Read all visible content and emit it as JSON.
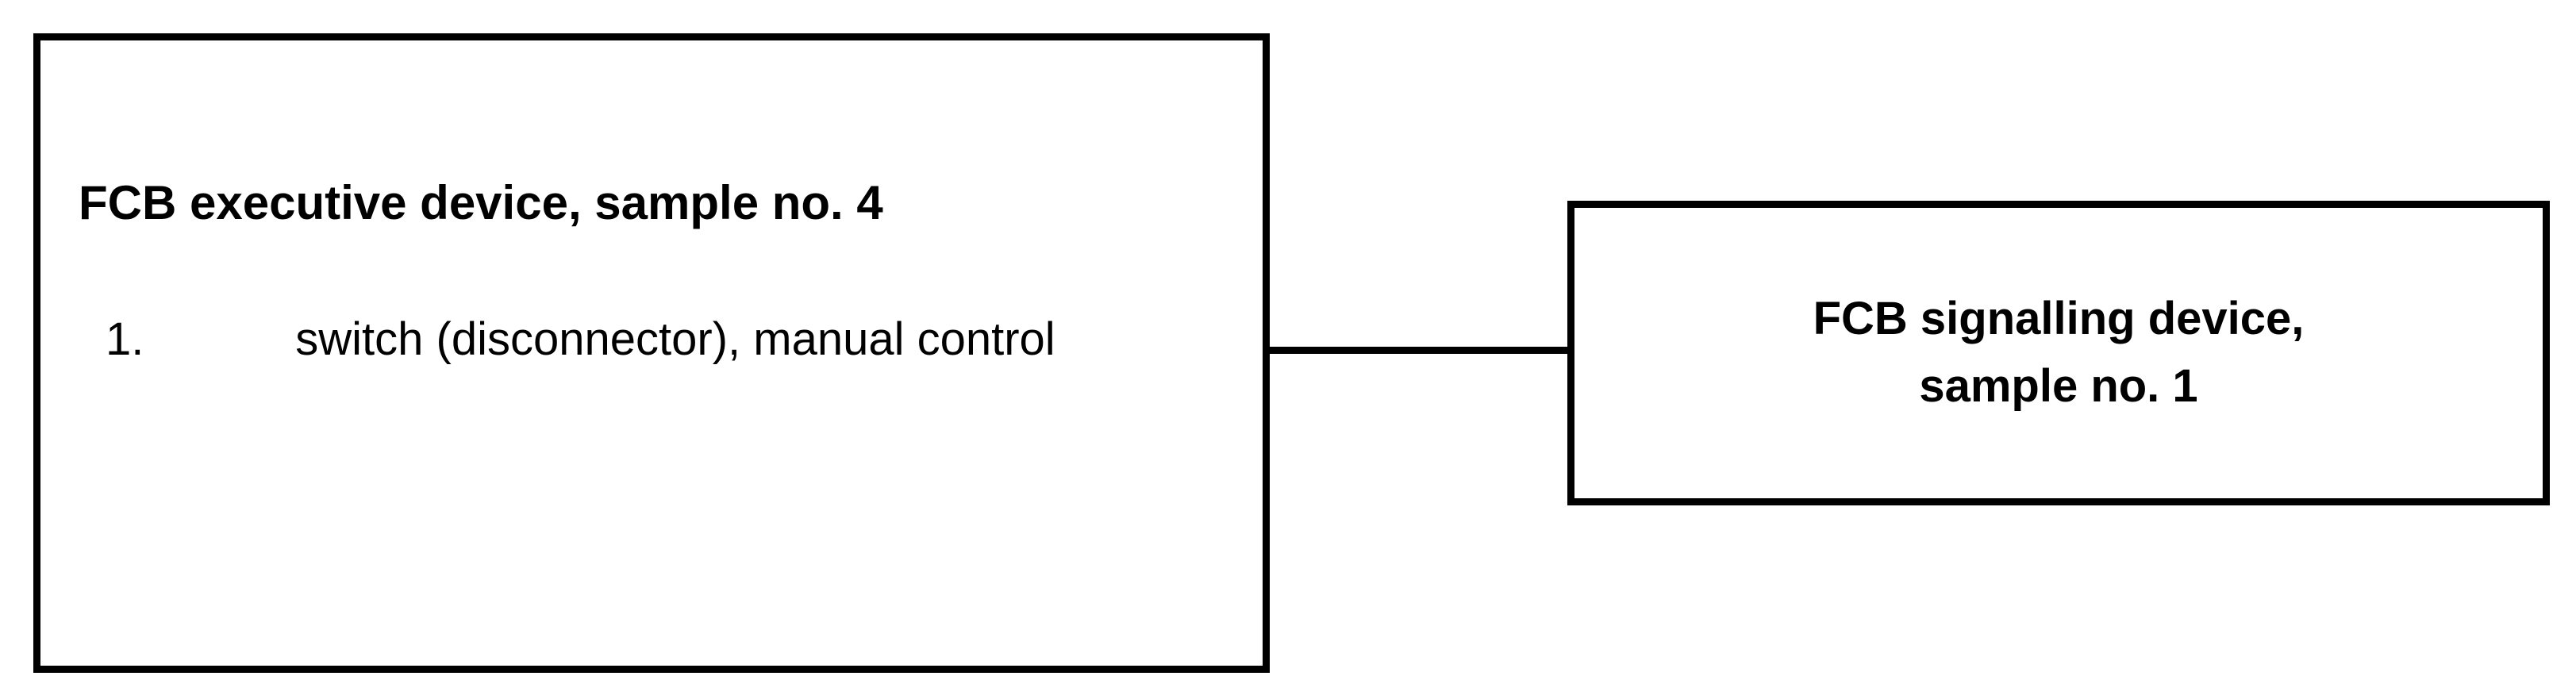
{
  "diagram": {
    "type": "block-diagram",
    "background_color": "#ffffff",
    "line_color": "#000000",
    "text_color": "#000000",
    "nodes": [
      {
        "id": "executive-device",
        "title": "FCB executive device, sample no. 4",
        "items": [
          {
            "marker": "1.",
            "line1": "switch (disconnector), manual",
            "line2": "control"
          }
        ]
      },
      {
        "id": "signalling-device",
        "line1": "FCB signalling device,",
        "line2": "sample no. 1"
      }
    ],
    "connections": [
      {
        "from": "executive-device",
        "to": "signalling-device",
        "style": "solid-horizontal"
      }
    ]
  }
}
